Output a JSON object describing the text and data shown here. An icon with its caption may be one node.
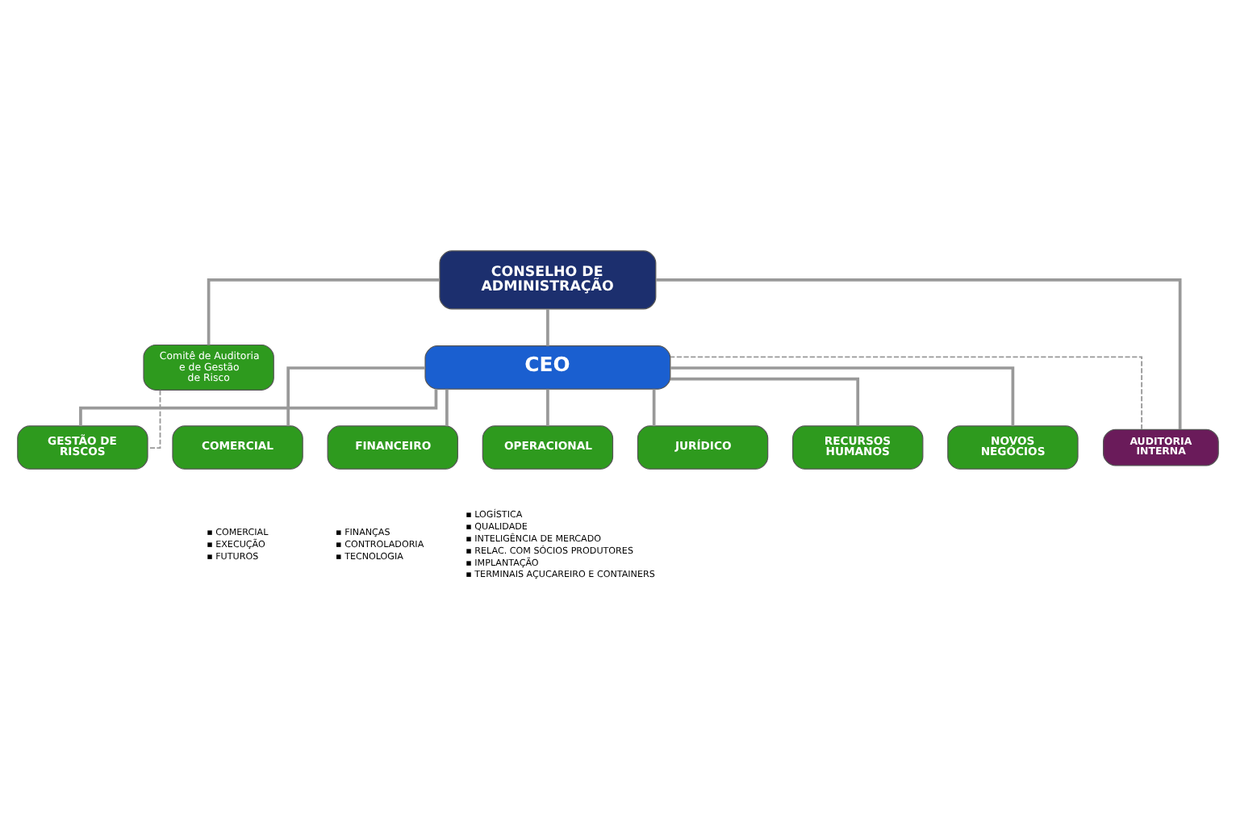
{
  "diagram": {
    "nodes": [
      {
        "text": [
          "CONSELHO DE ADMINISTRAÇÃO"
        ]
      },
      {
        "text": [
          "Comitê de Auditoria e de Gestão de Risco"
        ]
      },
      {
        "text": [
          "CEO"
        ]
      },
      {
        "text": [
          "AUDITORIA INTERNA"
        ]
      },
      {
        "text": [
          "GESTÃO DE RISCOS"
        ]
      },
      {
        "text": [
          "COMERCIAL"
        ],
        "beside": [
          "▪ COMERCIAL",
          "▪ EXECUÇÃO",
          "▪ FUTUROS"
        ]
      },
      {
        "text": [
          "FINANCEIRO"
        ],
        "beside": [
          "▪ FINANÇAS",
          "▪ CONTROLADORIA",
          "▪ TECNOLOGIA"
        ]
      },
      {
        "text": [
          "OPERACIONAL"
        ],
        "beside": [
          "▪ LOGÍSTICA",
          "▪ QUALIDADE",
          "▪ INTELIGÊNCIA DE MERCADO",
          "▪ RELAC. COM SÓCIOS PRODUTORES",
          "▪ IMPLANTAÇÃO",
          "▪ TERMINAIS AÇUCAREIRO E CONTAINERS"
        ]
      },
      {
        "text": [
          "JURÍDICO"
        ]
      },
      {
        "text": [
          "RECURSOS HUMANOS"
        ]
      },
      {
        "text": [
          "NOVOS NEGÓCIOS"
        ]
      }
    ],
    "edges": [
      {
        "from": 0,
        "to": 2,
        "arrow": "none"
      },
      {
        "from": 0,
        "to": 3,
        "arrow": "none"
      },
      {
        "from": 0,
        "to": 1,
        "arrow": "none"
      },
      {
        "from": 1,
        "to": 4,
        "arrow": "none",
        "style": "dashed"
      },
      {
        "from": 2,
        "to": 4,
        "arrow": "none"
      },
      {
        "from": 3,
        "to": 2,
        "arrow": "none",
        "style": "dashed"
      },
      {
        "from": 2,
        "to": 5,
        "arrow": "none"
      },
      {
        "from": 2,
        "to": 6,
        "arrow": "none"
      },
      {
        "from": 2,
        "to": 7,
        "arrow": "none"
      },
      {
        "from": 2,
        "to": 8,
        "arrow": "none"
      },
      {
        "from": 2,
        "to": 9,
        "arrow": "none"
      },
      {
        "from": 2,
        "to": 10,
        "arrow": "none"
      }
    ]
  }
}
